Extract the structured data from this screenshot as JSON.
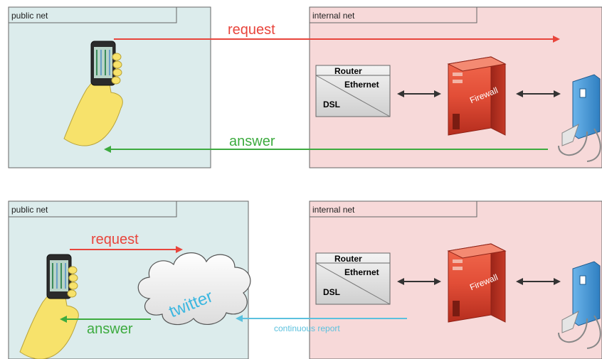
{
  "top": {
    "public_panel": {
      "title": "public net"
    },
    "internal_panel": {
      "title": "internal net"
    },
    "request_label": "request",
    "answer_label": "answer",
    "router_box": {
      "line1": "Router",
      "line2": "Ethernet",
      "line3": "DSL"
    },
    "firewall_label": "Firewall"
  },
  "bottom": {
    "public_panel": {
      "title": "public net"
    },
    "internal_panel": {
      "title": "internal net"
    },
    "request_label": "request",
    "answer_label": "answer",
    "cloud_label": "twitter",
    "report_label": "continuous report",
    "router_box": {
      "line1": "Router",
      "line2": "Ethernet",
      "line3": "DSL"
    },
    "firewall_label": "Firewall"
  },
  "colors": {
    "public_fill": "#dcecec",
    "internal_fill": "#f7d9d9",
    "request": "#e8453c",
    "answer": "#3dab3f",
    "report": "#5bc1de",
    "cloud_text": "#3db7e0",
    "firewall": "#e2543a",
    "device": "#3d8fcf",
    "hand": "#f7e26b"
  }
}
